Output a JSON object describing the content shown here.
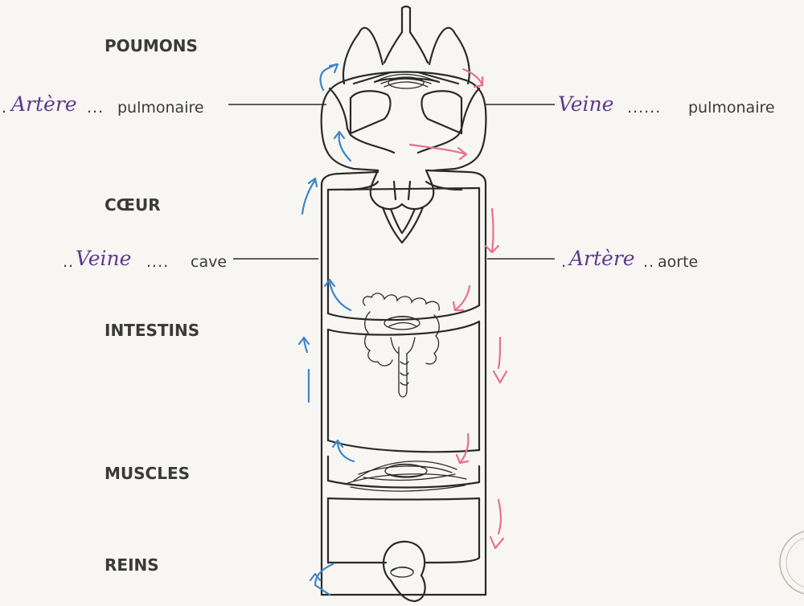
{
  "organs": {
    "lungs": "POUMONS",
    "heart": "CŒUR",
    "intestines": "INTESTINS",
    "muscles": "MUSCLES",
    "kidneys": "REINS"
  },
  "labels": {
    "pulmonary_artery": {
      "answer": "Artère",
      "suffix": "pulmonaire"
    },
    "pulmonary_vein": {
      "answer": "Veine",
      "suffix": "pulmonaire"
    },
    "vena_cava": {
      "answer": "Veine",
      "suffix": "cave"
    },
    "aorta": {
      "answer": "Artère",
      "suffix": "aorte"
    }
  },
  "colors": {
    "deoxygenated_arrow": "#3d85c6",
    "oxygenated_arrow": "#e8708a",
    "handwriting": "#5b3a8e"
  }
}
